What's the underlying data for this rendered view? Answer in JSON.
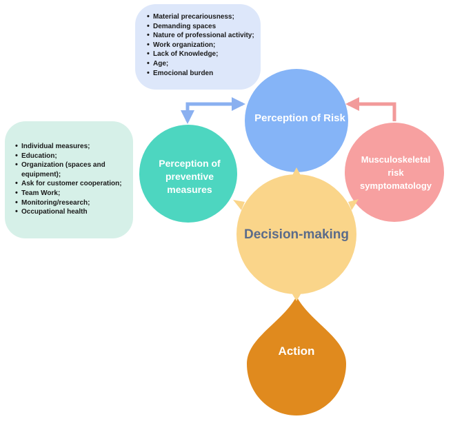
{
  "factors": {
    "items": [
      "Material precariousness;",
      "Demanding spaces",
      "Nature of professional activity;",
      "Work organization;",
      "Lack of Knowledge;",
      "Age;",
      "Emocional burden"
    ]
  },
  "measures": {
    "items": [
      "Individual measures;",
      "Education;",
      "Organization (spaces and\nequipment);",
      "Ask for customer cooperation;",
      "Team Work;",
      "Monitoring/research;",
      "Occupational health"
    ]
  },
  "nodes": {
    "risk": "Perception of Risk",
    "preventive": "Perception of\npreventive\nmeasures",
    "msk": "Musculoskeletal\nrisk\nsymptomatology",
    "decision": "Decision-making",
    "action": "Action"
  },
  "colors": {
    "risk": "#85b4f7",
    "preventive": "#4dd6c0",
    "msk": "#f7a0a0",
    "decision": "#fad58a",
    "action": "#e08a1e",
    "arrow_blue": "#8ab0f0",
    "arrow_pink": "#f29a9a",
    "factors_box": "#dde7fa",
    "measures_box": "#d6f0e8"
  }
}
